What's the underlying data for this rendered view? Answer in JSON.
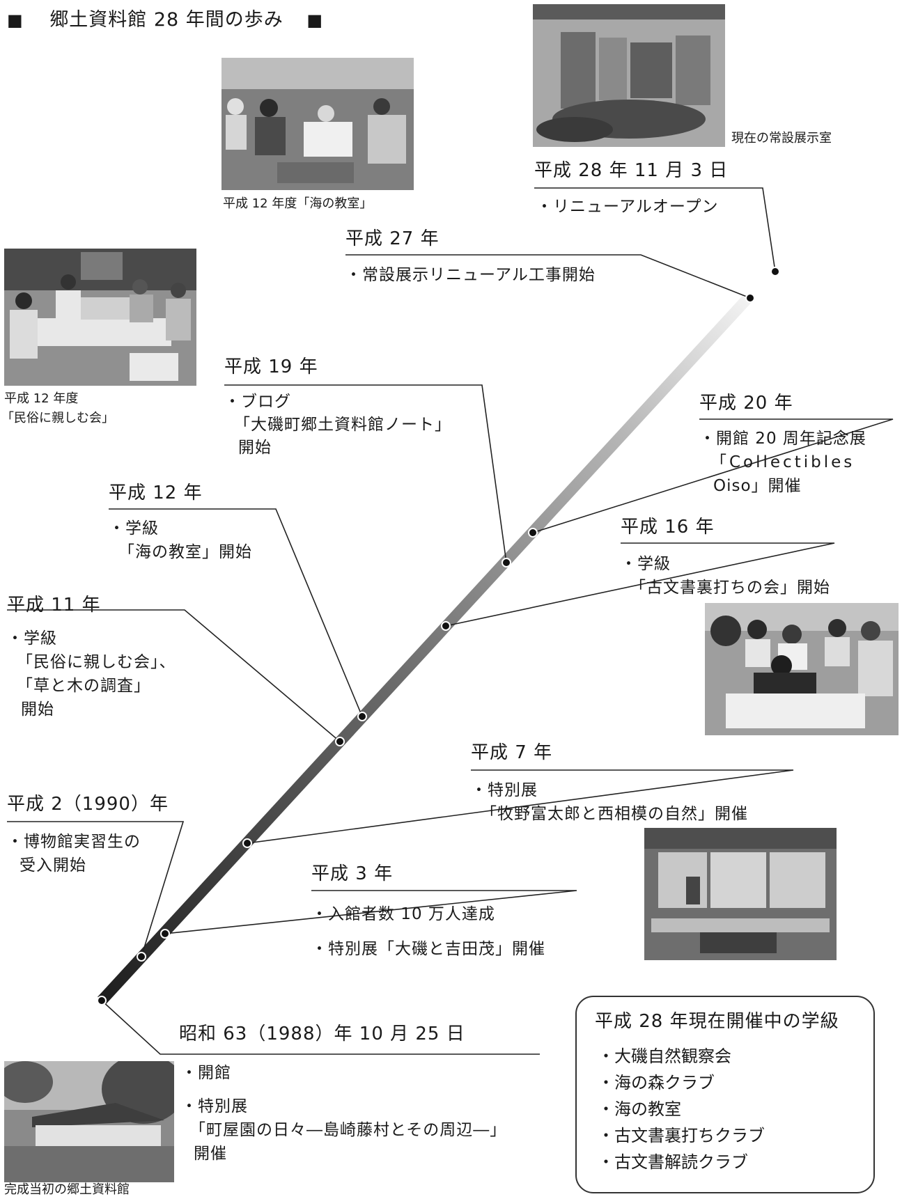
{
  "header": {
    "square": "■",
    "title": "郷土資料館 28 年間の歩み"
  },
  "bullet": "・",
  "events": {
    "h28": {
      "date": "平成 28 年 11 月 3 日",
      "items": [
        "リニューアルオープン"
      ]
    },
    "h27": {
      "date": "平成 27 年",
      "items": [
        "常設展示リニューアル工事開始"
      ]
    },
    "h20": {
      "date": "平成 20 年",
      "items": [
        "開館 20 周年記念展",
        "「Collectibles",
        "Oiso」開催"
      ]
    },
    "h19": {
      "date": "平成 19 年",
      "items": [
        "ブログ",
        "「大磯町郷土資料館ノート」",
        "開始"
      ]
    },
    "h16": {
      "date": "平成 16 年",
      "items": [
        "学級",
        "「古文書裏打ちの会」開始"
      ]
    },
    "h12": {
      "date": "平成 12 年",
      "items": [
        "学級",
        "「海の教室」開始"
      ]
    },
    "h11": {
      "date": "平成 11 年",
      "items": [
        "学級",
        "「民俗に親しむ会」、",
        "「草と木の調査」",
        "開始"
      ]
    },
    "h7": {
      "date": "平成 7 年",
      "items": [
        "特別展",
        "「牧野富太郎と西相模の自然」開催"
      ]
    },
    "h3": {
      "date": "平成 3 年",
      "items": [
        "入館者数 10 万人達成",
        "特別展「大磯と吉田茂」開催"
      ]
    },
    "h2": {
      "date": "平成 2（1990）年",
      "items": [
        "博物館実習生の",
        "受入開始"
      ]
    },
    "s63": {
      "date": "昭和 63（1988）年 10 月 25 日",
      "items": [
        "開館",
        "特別展",
        "「町屋園の日々―島崎藤村とその周辺―」",
        "開催"
      ]
    }
  },
  "captions": {
    "current_exhibit": "現在の常設展示室",
    "sea_class": "平成 12 年度「海の教室」",
    "folk_year": "平成 12 年度",
    "folk_name": "「民俗に親しむ会」",
    "original_building": "完成当初の郷土資料館"
  },
  "box": {
    "title": "平成 28 年現在開催中の学級",
    "items": [
      "大磯自然観察会",
      "海の森クラブ",
      "海の教室",
      "古文書裏打ちクラブ",
      "古文書解読クラブ"
    ]
  }
}
